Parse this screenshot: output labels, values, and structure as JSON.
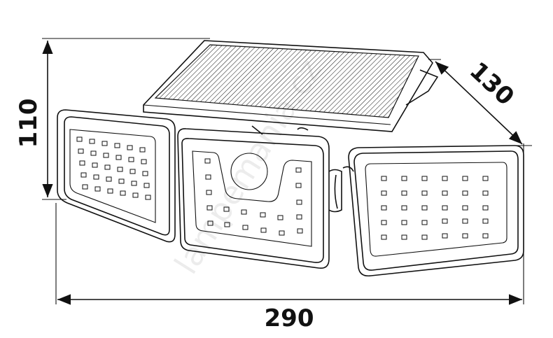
{
  "dimensions": {
    "height": "110",
    "width": "290",
    "depth": "130"
  },
  "watermark": "lampemania.cz",
  "colors": {
    "line": "#111111",
    "background": "#ffffff"
  }
}
